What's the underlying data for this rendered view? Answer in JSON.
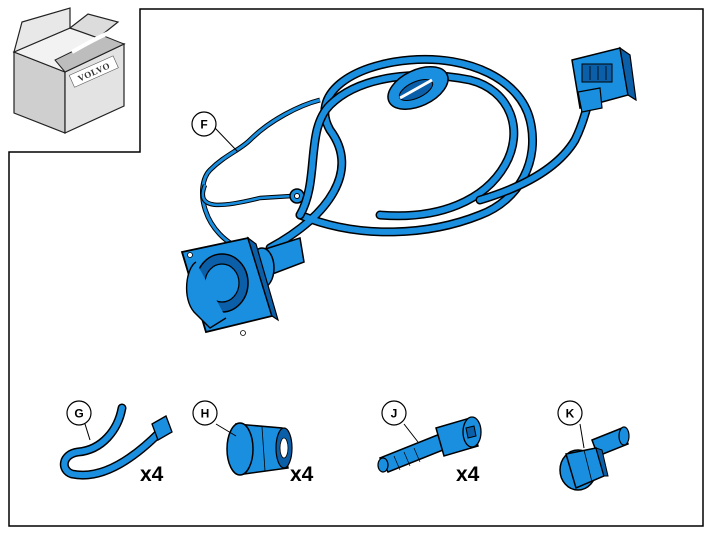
{
  "box": {
    "brand": "VOLVO"
  },
  "callouts": {
    "f": "F",
    "g": "G",
    "h": "H",
    "j": "J",
    "k": "K"
  },
  "quantities": {
    "g": "x4",
    "h": "x4",
    "j": "x4"
  },
  "colors": {
    "part_fill": "#1a8fe0",
    "part_dark": "#0b5fa8",
    "outline": "#000000",
    "box_fill": "#d9d9d9"
  }
}
